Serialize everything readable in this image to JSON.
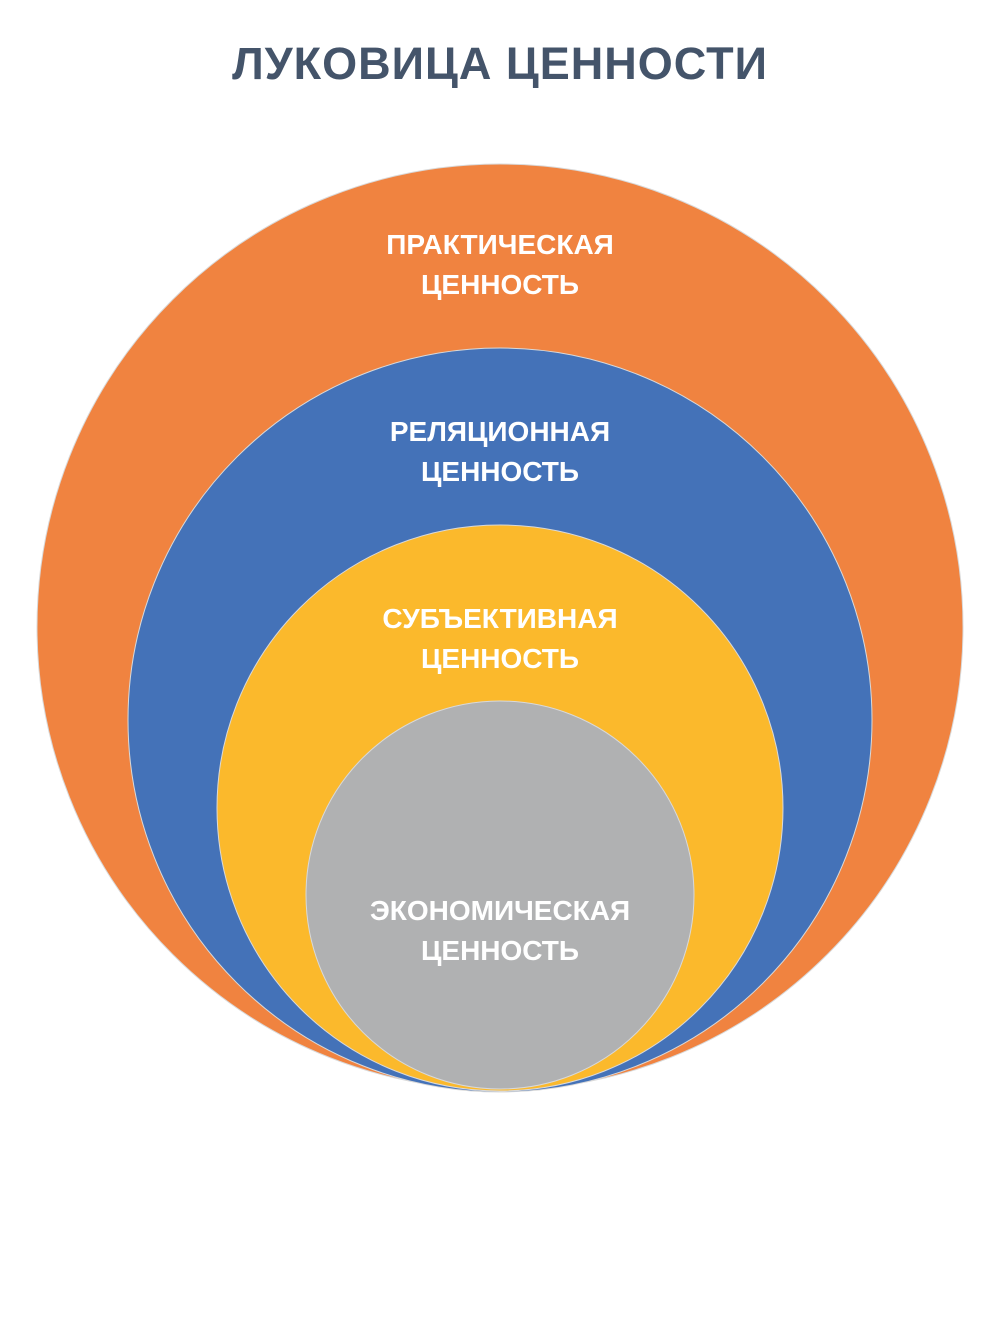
{
  "title": "ЛУКОВИЦА ЦЕННОСТИ",
  "colors": {
    "title": "#44546a",
    "text": "#ffffff",
    "practical": "#f08340",
    "relational": "#4472b8",
    "subjective": "#fbb92c",
    "economic": "#b0b1b2"
  },
  "layers": [
    {
      "name": "practical",
      "line1": "ПРАКТИЧЕСКАЯ",
      "line2": "ЦЕННОСТЬ"
    },
    {
      "name": "relational",
      "line1": "РЕЛЯЦИОННАЯ",
      "line2": "ЦЕННОСТЬ"
    },
    {
      "name": "subjective",
      "line1": "СУБЪЕКТИВНАЯ",
      "line2": "ЦЕННОСТЬ"
    },
    {
      "name": "economic",
      "line1": "ЭКОНОМИЧЕСКАЯ",
      "line2": "ЦЕННОСТЬ"
    }
  ]
}
